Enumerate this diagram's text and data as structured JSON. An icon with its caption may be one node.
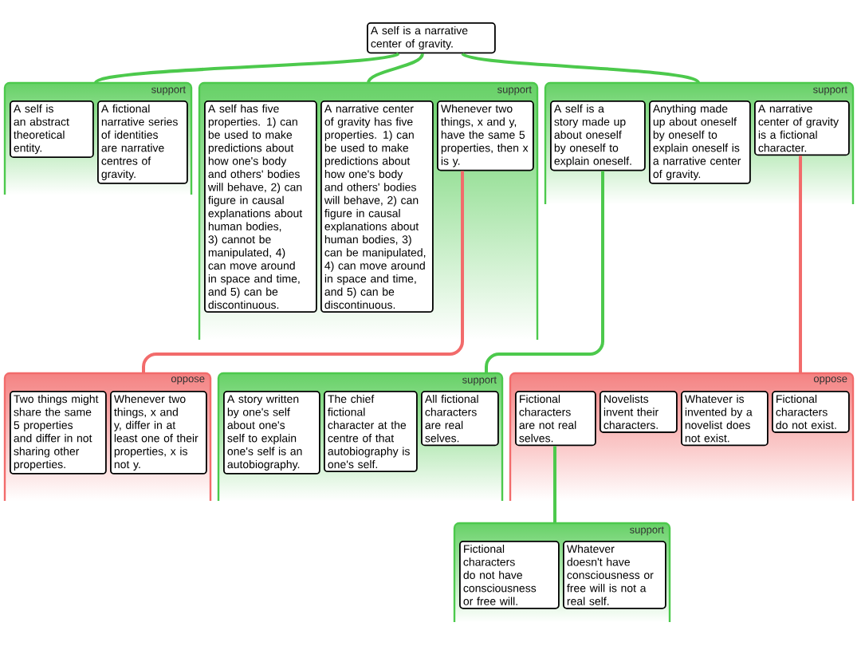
{
  "diagram": {
    "nodes": [
      {
        "text": [
          "A self is a narrative center of gravity."
        ]
      },
      {
        "text": [
          "support"
        ]
      },
      {
        "text": [
          "A self is an abstract theoretical entity."
        ],
        "in": 1
      },
      {
        "text": [
          "A fictional narrative series of identities are narrative centres of gravity."
        ],
        "in": 1
      },
      {
        "text": [
          "support"
        ]
      },
      {
        "text": [
          "A self has five properties. 1) can be used to make predictions about how one's body and others' bodies will behave, 2) can figure in causal explanations about human bodies, 3) cannot be manipulated, 4) can move around in space and time, and 5) can be discontinuous."
        ],
        "in": 4
      },
      {
        "text": [
          "A narrative center of gravity has five properties. 1) can be used to make predictions about how one's body and others' bodies will behave, 2) can figure in causal explanations about human bodies, 3) can be manipulated, 4) can move around in space and time, and 5) can be discontinuous."
        ],
        "in": 4
      },
      {
        "text": [
          "Whenever two things, x and y, have the same 5 properties, then x is y."
        ],
        "in": 4
      },
      {
        "text": [
          "oppose"
        ]
      },
      {
        "text": [
          "Two things might share the same 5 properties and differ in not sharing other properties."
        ],
        "in": 8
      },
      {
        "text": [
          "Whenever two things, x and y, differ in at least one of their properties, x is not y."
        ],
        "in": 8
      },
      {
        "text": [
          "support"
        ]
      },
      {
        "text": [
          "A self is a story made up about oneself by oneself to explain oneself."
        ],
        "in": 11
      },
      {
        "text": [
          "Anything made up about oneself by oneself to explain oneself is a narrative center of gravity."
        ],
        "in": 11
      },
      {
        "text": [
          "A narrative center of gravity is a fictional character."
        ],
        "in": 11
      },
      {
        "text": [
          "support"
        ]
      },
      {
        "text": [
          "A story written by one's self about one's self to explain one's self is an autobiography."
        ],
        "in": 15
      },
      {
        "text": [
          "The chief fictional character at the centre of that autobiography is one's self."
        ],
        "in": 15
      },
      {
        "text": [
          "All fictional characters are real selves."
        ],
        "in": 15
      },
      {
        "text": [
          "oppose"
        ]
      },
      {
        "text": [
          "Fictional characters are not real selves."
        ],
        "in": 19
      },
      {
        "text": [
          "Novelists invent their characters."
        ],
        "in": 19
      },
      {
        "text": [
          "Whatever is invented by a novelist does not exist."
        ],
        "in": 19
      },
      {
        "text": [
          "Fictional characters do not exist."
        ],
        "in": 19
      },
      {
        "text": [
          "support"
        ]
      },
      {
        "text": [
          "Fictional characters do not have consciousness or free will."
        ],
        "in": 24
      },
      {
        "text": [
          "Whatever doesn't have consciousness or free will is not a real self."
        ],
        "in": 24
      }
    ],
    "edges": [
      {
        "from": 1,
        "to": 0,
        "arrow": "none"
      },
      {
        "from": 4,
        "to": 0,
        "arrow": "none"
      },
      {
        "from": 11,
        "to": 0,
        "arrow": "none"
      },
      {
        "from": 8,
        "to": 7,
        "arrow": "none",
        "color": "#f26b6b"
      },
      {
        "from": 15,
        "to": 12,
        "arrow": "none"
      },
      {
        "from": 19,
        "to": 14,
        "arrow": "none",
        "color": "#f26b6b"
      },
      {
        "from": 24,
        "to": 20,
        "arrow": "none"
      }
    ]
  }
}
